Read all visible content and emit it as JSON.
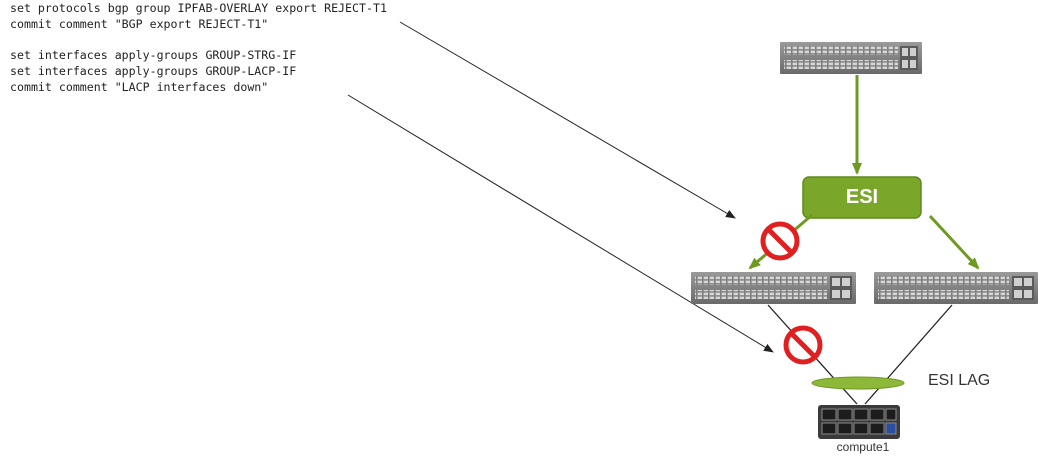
{
  "commands": {
    "block1": [
      "set protocols bgp group IPFAB-OVERLAY export REJECT-T1",
      "commit comment \"BGP export REJECT-T1\""
    ],
    "block2": [
      "set interfaces apply-groups GROUP-STRG-IF",
      "set interfaces apply-groups GROUP-LACP-IF",
      "commit comment \"LACP interfaces down\""
    ]
  },
  "diagram": {
    "esi_label": "ESI",
    "esi_lag_label": "ESI LAG",
    "host_label": "compute1",
    "colors": {
      "green": "#7aa62a",
      "green_dark": "#5f8a1c",
      "block": "#e02020",
      "device": "#8a8a8a"
    },
    "icons": [
      "switch-icon",
      "no-entry-icon",
      "server-icon",
      "arrow-icon"
    ]
  }
}
